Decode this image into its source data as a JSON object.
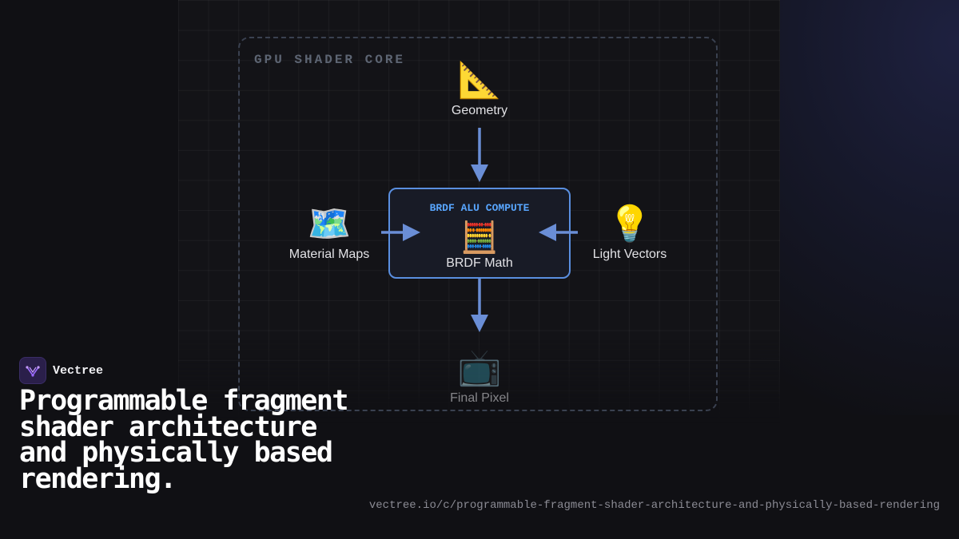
{
  "diagram": {
    "container_label": "GPU SHADER CORE",
    "nodes": {
      "geometry": {
        "icon": "triangular-ruler-icon",
        "glyph": "📐",
        "label": "Geometry"
      },
      "material": {
        "icon": "world-map-icon",
        "glyph": "🗺️",
        "label": "Material Maps"
      },
      "light": {
        "icon": "light-bulb-icon",
        "glyph": "💡",
        "label": "Light Vectors"
      },
      "final": {
        "icon": "television-icon",
        "glyph": "📺",
        "label": "Final Pixel"
      }
    },
    "center": {
      "title": "BRDF ALU COMPUTE",
      "icon": "abacus-icon",
      "glyph": "🧮",
      "label": "BRDF Math"
    },
    "colors": {
      "accent": "#58a6ff",
      "arrow": "#6a8ed6",
      "border": "#5a8fe0"
    }
  },
  "footer": {
    "brand": "Vectree",
    "headline": "Programmable fragment shader architecture and physically based rendering.",
    "url": "vectree.io/c/programmable-fragment-shader-architecture-and-physically-based-rendering"
  }
}
